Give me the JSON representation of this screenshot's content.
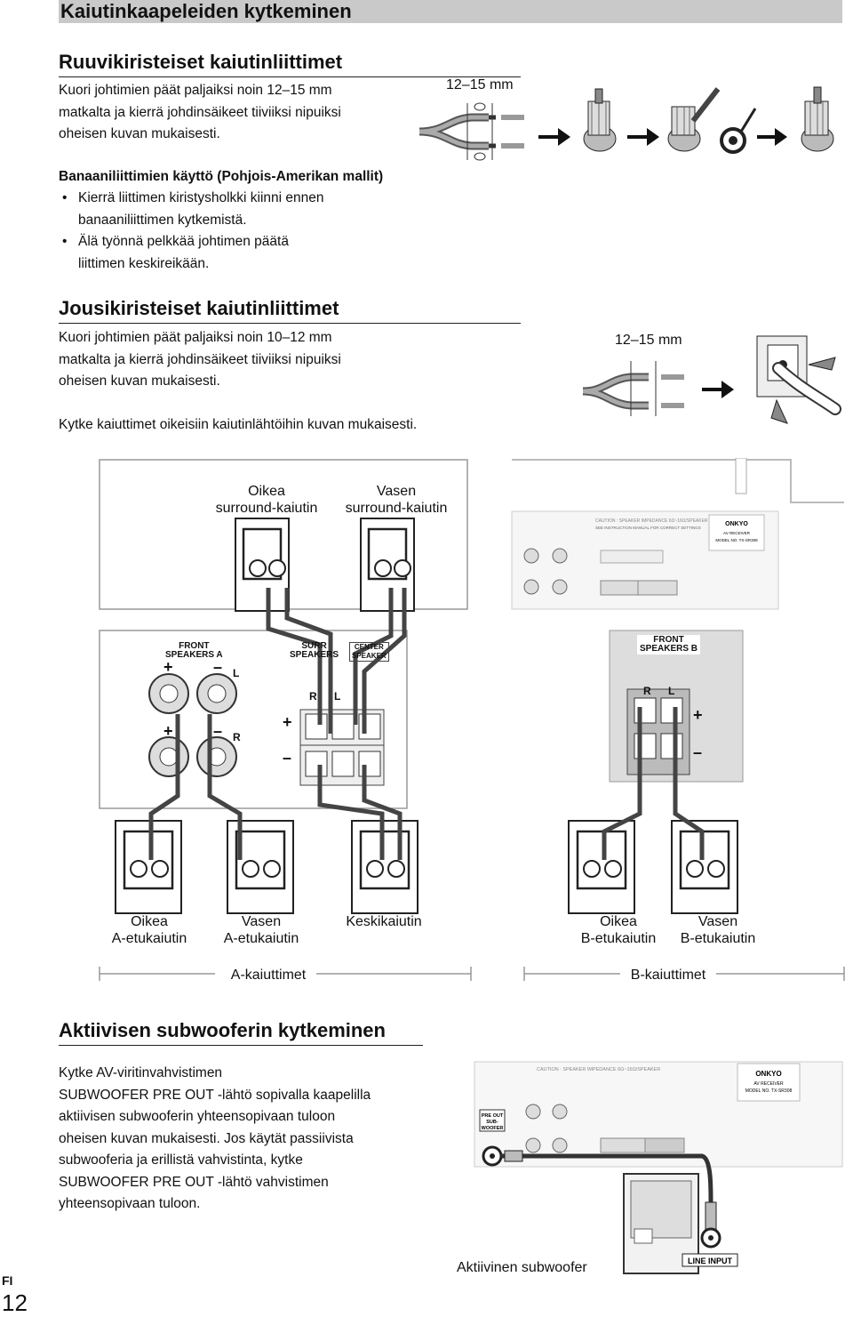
{
  "page": {
    "title": "Kaiutinkaapeleiden kytkeminen",
    "lang_code": "FI",
    "page_number": "12"
  },
  "section1": {
    "heading": "Ruuvikiristeiset kaiutinliittimet",
    "lines": [
      "Kuori johtimien päät paljaiksi noin 12–15 mm",
      "matkalta ja kierrä johdinsäikeet tiiviiksi nipuiksi",
      "oheisen kuvan mukaisesti."
    ],
    "strip_label": "12–15 mm",
    "banana_heading": "Banaaniliittimien käyttö (Pohjois-Amerikan mallit)",
    "bullets": [
      {
        "lines": [
          "Kierrä liittimen kiristysholkki kiinni ennen",
          "banaaniliittimen kytkemistä."
        ]
      },
      {
        "lines": [
          "Älä työnnä pelkkää johtimen päätä",
          "liittimen keskireikään."
        ]
      }
    ]
  },
  "section2": {
    "heading": "Jousikiristeiset kaiutinliittimet",
    "lines": [
      "Kuori johtimien päät paljaiksi noin 10–12 mm",
      "matkalta ja kierrä johdinsäikeet tiiviiksi nipuiksi",
      "oheisen kuvan mukaisesti."
    ],
    "strip_label": "12–15 mm",
    "connect_text": "Kytke kaiuttimet oikeisiin kaiutinlähtöihin kuvan mukaisesti."
  },
  "diagram": {
    "surround_right": [
      "Oikea",
      "surround-kaiutin"
    ],
    "surround_left": [
      "Vasen",
      "surround-kaiutin"
    ],
    "front_right_a": [
      "Oikea",
      "A-etukaiutin"
    ],
    "front_left_a": [
      "Vasen",
      "A-etukaiutin"
    ],
    "center": "Keskikaiutin",
    "front_right_b": [
      "Oikea",
      "B-etukaiutin"
    ],
    "front_left_b": [
      "Vasen",
      "B-etukaiutin"
    ],
    "group_a": "A-kaiuttimet",
    "group_b": "B-kaiuttimet",
    "panel_front_a": [
      "FRONT",
      "SPEAKERS A"
    ],
    "panel_surr": [
      "SURR",
      "SPEAKERS"
    ],
    "panel_center": [
      "CENTER",
      "SPEAKER"
    ],
    "panel_front_b": [
      "FRONT",
      "SPEAKERS B"
    ],
    "panel_caution": "CAUTION : SPEAKER IMPEDANCE 6Ω~16Ω/SPEAKER",
    "panel_caution2": "SEE INSTRUCTION MANUAL FOR CORRECT SETTINGS",
    "brand": "ONKYO",
    "brand_sub1": "AV RECEIVER",
    "brand_sub2": "MODEL NO. TX-SR308",
    "sym_plus": "+",
    "sym_minus": "–",
    "sym_r": "R",
    "sym_l": "L"
  },
  "section3": {
    "heading": "Aktiivisen subwooferin kytkeminen",
    "lines": [
      "Kytke AV-viritinvahvistimen",
      "SUBWOOFER PRE OUT -lähtö sopivalla kaapelilla",
      "aktiivisen subwooferin yhteensopivaan tuloon",
      "oheisen kuvan mukaisesti. Jos käytät passiivista",
      "subwooferia ja erillistä vahvistinta, kytke",
      "SUBWOOFER PRE OUT -lähtö vahvistimen",
      "yhteensopivaan tuloon."
    ],
    "subwoofer_label": "Aktiivinen subwoofer",
    "line_input": "LINE INPUT",
    "pre_out": [
      "PRE OUT",
      "SUB-",
      "WOOFER"
    ]
  }
}
